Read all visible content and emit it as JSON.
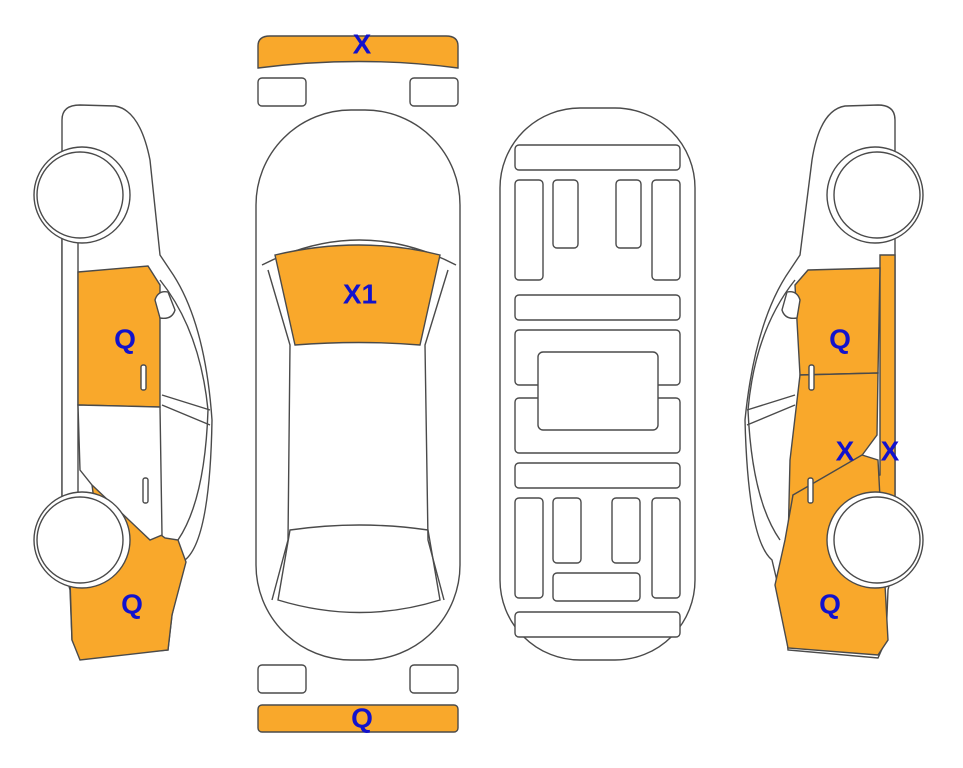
{
  "colors": {
    "damage_fill": "#F9A82B",
    "label": "#1212CC",
    "outline": "#4a4a4a"
  },
  "views": {
    "left_side": {
      "labels": {
        "rear_door": "Q",
        "rear_fender": "Q"
      }
    },
    "top": {
      "labels": {
        "front_bumper": "X",
        "windshield": "X1",
        "rear_bumper": "Q"
      }
    },
    "underbody": {},
    "right_side": {
      "labels": {
        "rear_door": "Q",
        "front_door": "X",
        "rocker_panel": "X",
        "rear_fender": "Q"
      }
    }
  }
}
